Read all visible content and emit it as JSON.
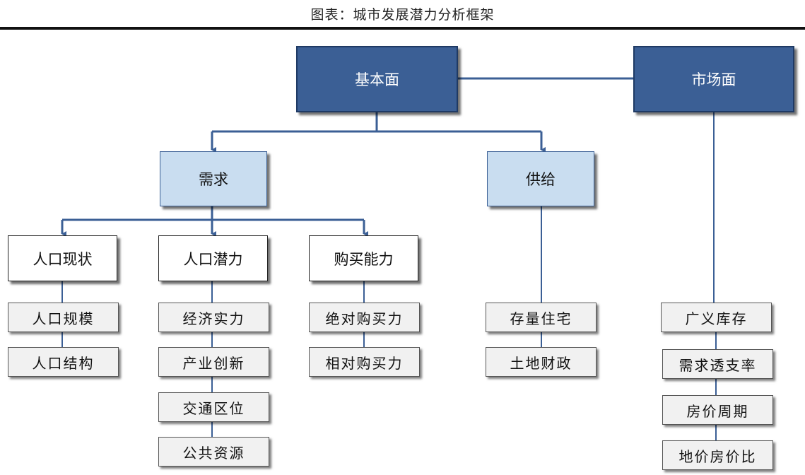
{
  "title": "图表：城市发展潜力分析框架",
  "nodes": {
    "fundamentals": "基本面",
    "market": "市场面",
    "demand": "需求",
    "supply": "供给",
    "population_status": "人口现状",
    "population_potential": "人口潜力",
    "purchasing_power": "购买能力",
    "population_scale": "人口规模",
    "population_structure": "人口结构",
    "economic_strength": "经济实力",
    "industrial_innovation": "产业创新",
    "transport_location": "交通区位",
    "public_resources": "公共资源",
    "absolute_purchasing_power": "绝对购买力",
    "relative_purchasing_power": "相对购买力",
    "housing_stock": "存量住宅",
    "land_finance": "土地财政",
    "broad_inventory": "广义库存",
    "demand_overdraft_rate": "需求透支率",
    "house_price_cycle": "房价周期",
    "land_to_house_price_ratio": "地价房价比"
  },
  "colors": {
    "dark_fill": "#3b5f95",
    "light_fill": "#c9ddf0",
    "connector": "#3b5f95"
  }
}
